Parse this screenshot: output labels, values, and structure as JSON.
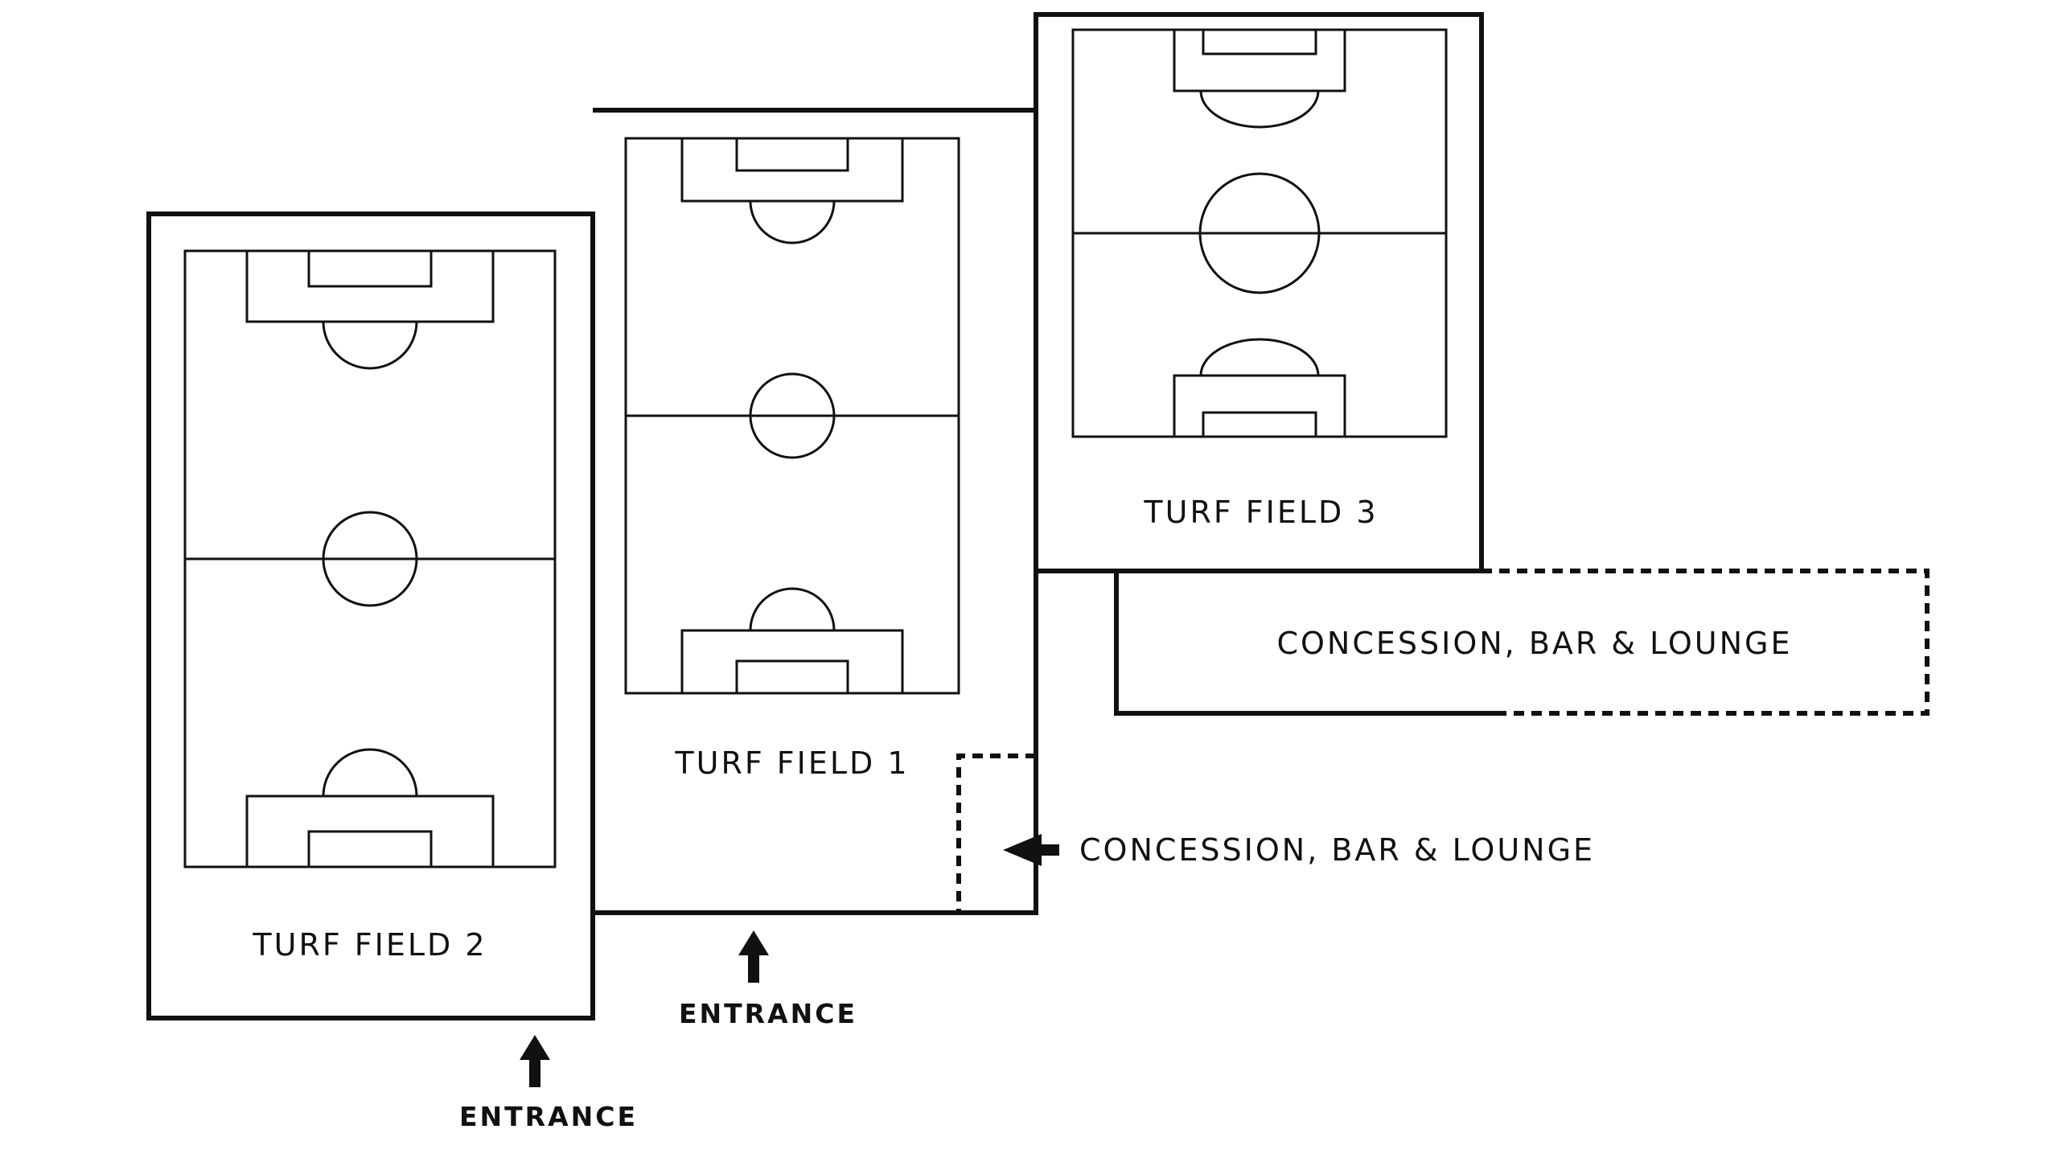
{
  "fields": {
    "field1": {
      "label": "TURF FIELD 1"
    },
    "field2": {
      "label": "TURF FIELD 2"
    },
    "field3": {
      "label": "TURF FIELD 3"
    }
  },
  "concession_upper": {
    "label": "CONCESSION, BAR & LOUNGE"
  },
  "concession_lower": {
    "label": "CONCESSION, BAR & LOUNGE"
  },
  "entrances": {
    "left": {
      "label": "ENTRANCE"
    },
    "middle": {
      "label": "ENTRANCE"
    }
  },
  "colors": {
    "ink": "#111111",
    "background": "#ffffff"
  }
}
